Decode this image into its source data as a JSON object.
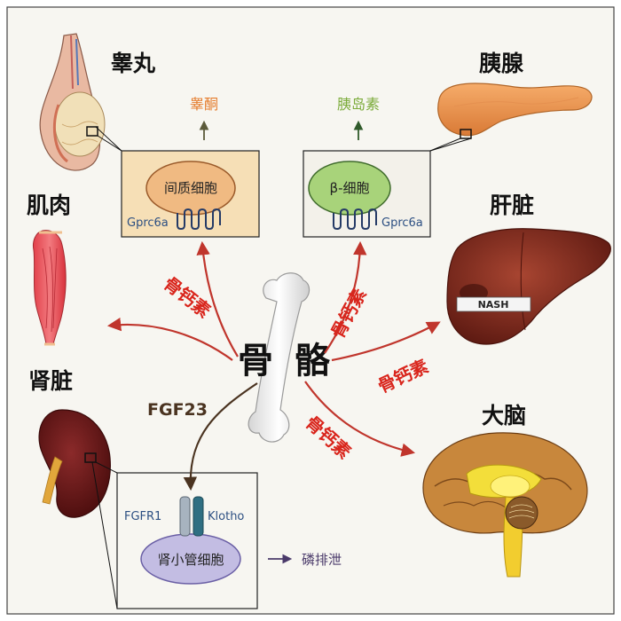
{
  "organs": {
    "testis": "睾丸",
    "pancreas": "胰腺",
    "muscle": "肌肉",
    "liver": "肝脏",
    "kidney": "肾脏",
    "brain": "大脑"
  },
  "center": {
    "bone_char_1": "骨",
    "bone_char_2": "骼"
  },
  "hormone_labels": {
    "to_testis": "骨钙素",
    "to_pancreas": "骨钙素",
    "to_liver": "骨钙素",
    "to_brain": "骨钙素"
  },
  "kidney_signal": "FGF23",
  "testis_box": {
    "cell": "间质细胞",
    "receptor": "Gprc6a",
    "output": "睾酮"
  },
  "pancreas_box": {
    "cell": "β-细胞",
    "receptor": "Gprc6a",
    "output": "胰岛素"
  },
  "kidney_box": {
    "cell": "肾小管细胞",
    "receptor_1": "FGFR1",
    "receptor_2": "Klotho",
    "output": "磷排泄"
  },
  "liver_tag": "NASH",
  "colors": {
    "panel_bg": "#f7f6f1",
    "arrow_red": "#c0352c",
    "arrow_brown": "#4a3320",
    "testis_box": "#f6dfb6",
    "pancreas_box": "#f3f1ea",
    "leydig_cell": "#f0ba82",
    "beta_cell": "#a8d37a",
    "tubule_cell": "#c3bde3"
  }
}
